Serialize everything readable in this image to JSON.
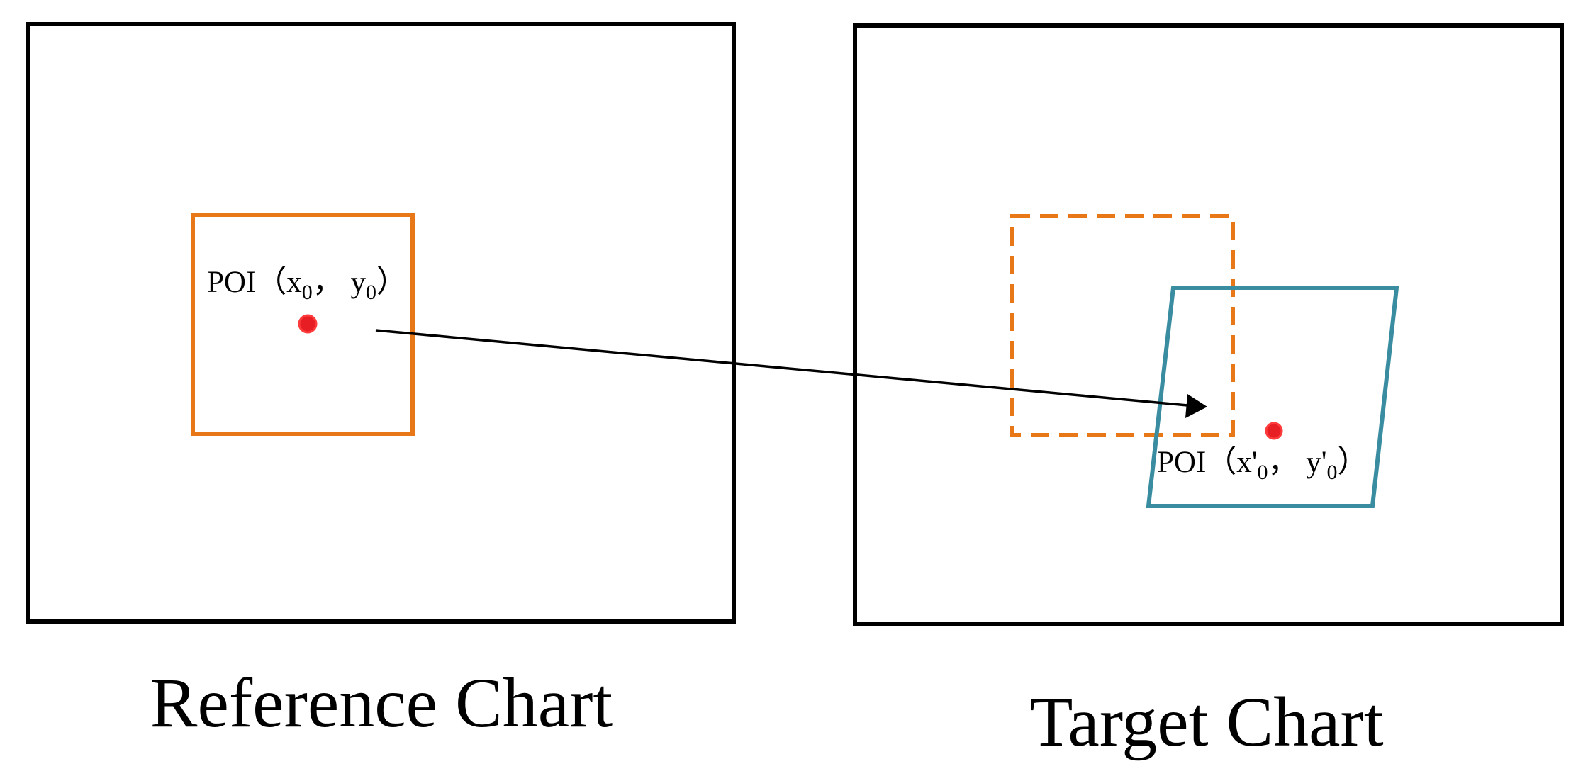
{
  "reference_chart": {
    "caption": "Reference Chart",
    "poi_label": {
      "prefix": "POI（x",
      "sub1": "0",
      "mid": "， y",
      "sub2": "0",
      "suffix": "）"
    }
  },
  "target_chart": {
    "caption": "Target Chart",
    "poi_label": {
      "prefix": "POI（x'",
      "sub1": "0",
      "mid": "， y'",
      "sub2": "0",
      "suffix": "）"
    }
  },
  "colors": {
    "frame": "#000000",
    "reference_window": "#E87817",
    "target_window": "#3A8DA1",
    "poi_point": "#E81E25",
    "arrow": "#000000"
  }
}
